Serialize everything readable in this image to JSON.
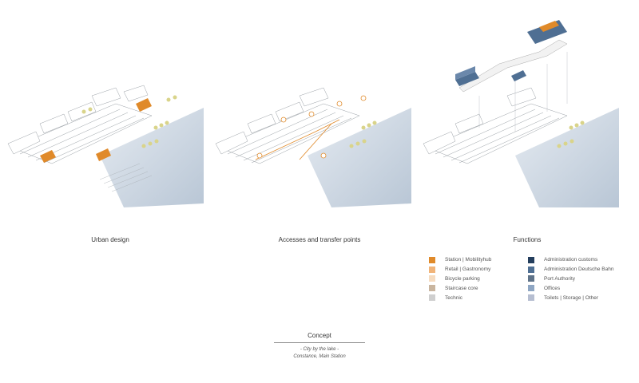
{
  "panels": [
    {
      "caption": "Urban design"
    },
    {
      "caption": "Accesses and transfer points"
    },
    {
      "caption": "Functions"
    }
  ],
  "legend": {
    "left": [
      {
        "label": "Station | Mobilityhub",
        "color": "#e08a2a"
      },
      {
        "label": "Retail | Gastronomy",
        "color": "#f1b479"
      },
      {
        "label": "Bicycle parking",
        "color": "#f6dcc0"
      },
      {
        "label": "Staircase core",
        "color": "#c9b59f"
      },
      {
        "label": "Technic",
        "color": "#cfcfcf"
      }
    ],
    "right": [
      {
        "label": "Administration customs",
        "color": "#243e5d"
      },
      {
        "label": "Administration Deutsche Bahn",
        "color": "#4f6f93"
      },
      {
        "label": "Port Authority",
        "color": "#5f7389"
      },
      {
        "label": "Offices",
        "color": "#8ea6c3"
      },
      {
        "label": "Toilets | Storage | Other",
        "color": "#b6bed1"
      }
    ]
  },
  "concept": {
    "title": "Concept",
    "line1": "- City by the lake -",
    "line2": "Constance, Main Station"
  },
  "colors": {
    "water": "#9fb3c8",
    "trees": "#d9d48a",
    "accent_orange": "#e08a2a"
  }
}
